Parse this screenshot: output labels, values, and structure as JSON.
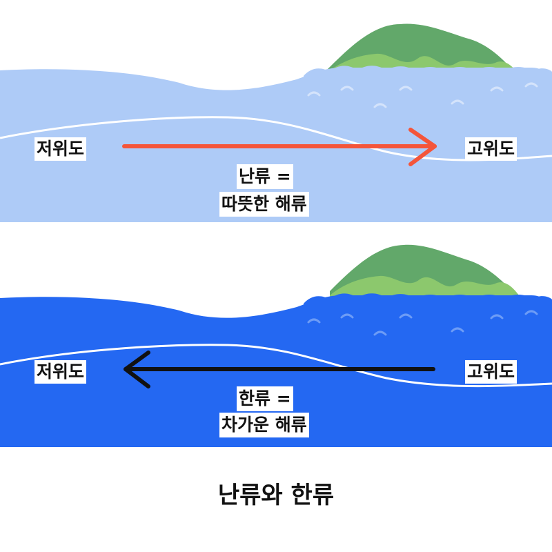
{
  "panels": {
    "warm": {
      "start_label": "저위도",
      "end_label": "고위도",
      "name_line1": "난류 =",
      "name_line2": "따뜻한 해류",
      "colors": {
        "water": "#aecbf7",
        "arrow": "#f4553a",
        "foam": "#ffffff"
      }
    },
    "cold": {
      "start_label": "고위도",
      "end_label": "저위도",
      "name_line1": "한류 =",
      "name_line2": "차가운 해류",
      "colors": {
        "water": "#2468f2",
        "arrow": "#111111",
        "foam": "#ffffff"
      }
    }
  },
  "island_colors": {
    "dark": "#62a86a",
    "light": "#8cc86d"
  },
  "caption": "난류와 한류"
}
